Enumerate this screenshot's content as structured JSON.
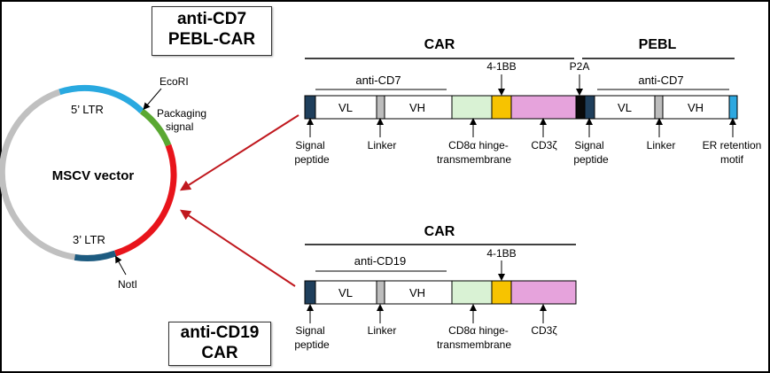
{
  "title_pebl": {
    "line1": "anti-CD7",
    "line2": "PEBL-CAR"
  },
  "title_car19": {
    "line1": "anti-CD19",
    "line2": "CAR"
  },
  "plasmid": {
    "name": "MSCV vector",
    "five_ltr": "5’ LTR",
    "three_ltr": "3’ LTR",
    "ecori": "EcoRI",
    "packaging_line1": "Packaging",
    "packaging_line2": "signal",
    "noti": "NotI"
  },
  "construct1": {
    "car_label": "CAR",
    "pebl_label": "PEBL",
    "anti_cd7_a": "anti-CD7",
    "anti_cd7_b": "anti-CD7",
    "four_1bb": "4-1BB",
    "p2a": "P2A",
    "vl": "VL",
    "vh": "VH",
    "vl2": "VL",
    "vh2": "VH",
    "signal_1": "Signal",
    "peptide_1": "peptide",
    "linker_1": "Linker",
    "hinge_1": "CD8α hinge-",
    "tm_1": "transmembrane",
    "cd3z": "CD3ζ",
    "signal_2": "Signal",
    "peptide_2": "peptide",
    "linker_2": "Linker",
    "er_1": "ER retention",
    "er_2": "motif"
  },
  "construct2": {
    "car_label": "CAR",
    "anti_cd19": "anti-CD19",
    "four_1bb": "4-1BB",
    "vl": "VL",
    "vh": "VH",
    "signal_1": "Signal",
    "peptide_1": "peptide",
    "linker_1": "Linker",
    "hinge_1": "CD8α hinge-",
    "tm_1": "transmembrane",
    "cd3z": "CD3ζ"
  },
  "colors": {
    "signal_peptide": "#1f3f5c",
    "linker": "#bdbdbd",
    "hinge_tm": "#d9f2d4",
    "four_1bb": "#f7c300",
    "cd3z": "#e6a3dc",
    "p2a": "#0a0a0a",
    "er_retention": "#2ea8e0",
    "backbone": "#c0c0c0",
    "five_ltr": "#29a9e0",
    "packaging": "#5aa832",
    "insert": "#e8141b",
    "three_ltr": "#1d5b80",
    "arrow_red": "#c0181e"
  }
}
